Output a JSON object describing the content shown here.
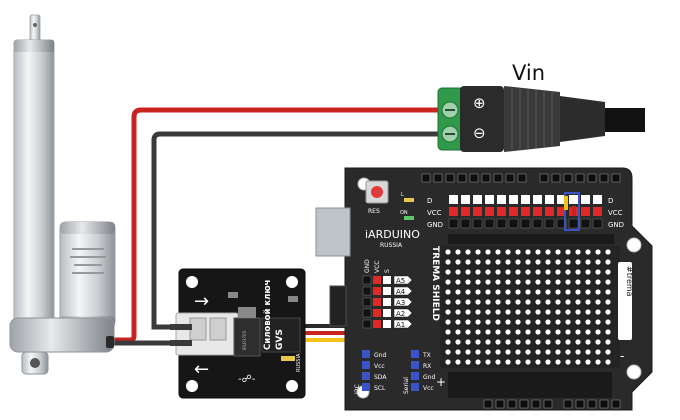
{
  "colors": {
    "wire_red": "#c8231f",
    "wire_black": "#3a3a3a",
    "wire_yellow": "#f2c21a",
    "board": "#2a2a2a",
    "header_red": "#e02a2a",
    "terminal_green": "#2f9a4a",
    "module_black": "#161616"
  },
  "labels": {
    "vin": "Vin",
    "plus": "⊕",
    "minus": "⊖",
    "res": "RES",
    "iarduino": "iARDUINO",
    "russia": "RUSSIA",
    "shield": "TREMA SHIELD",
    "trema_tag": "#trema",
    "on": "ON",
    "l": "L",
    "d_left": "D",
    "d_right": "D",
    "vcc_left": "VCC",
    "vcc_right": "VCC",
    "gnd_left": "GND",
    "gnd_right": "GND",
    "plus_sign": "+",
    "minus_sign": "-",
    "analog": [
      "A5",
      "A4",
      "A3",
      "A2",
      "A1"
    ],
    "analog_header": [
      "GND",
      "VCC",
      "S"
    ],
    "i2c": [
      "Gnd",
      "Vcc",
      "SDA",
      "SCL"
    ],
    "i2c_title": "I2C",
    "serial": [
      "TX",
      "RX",
      "Gnd",
      "Vcc"
    ],
    "serial_title": "Serial",
    "module_title": "Силовой ключ",
    "module_pins": "GVS",
    "module_sub": "RUSSIA",
    "module_chip": "IRLR3705",
    "module_logo": "-☍-"
  },
  "icons": {
    "actuator": "linear-actuator-icon",
    "dc_jack": "dc-barrel-jack-icon",
    "arrow_right": "arrow-right-icon",
    "arrow_left": "arrow-left-icon",
    "plus_symbol": "plus-circle-icon",
    "minus_symbol": "minus-circle-icon"
  }
}
